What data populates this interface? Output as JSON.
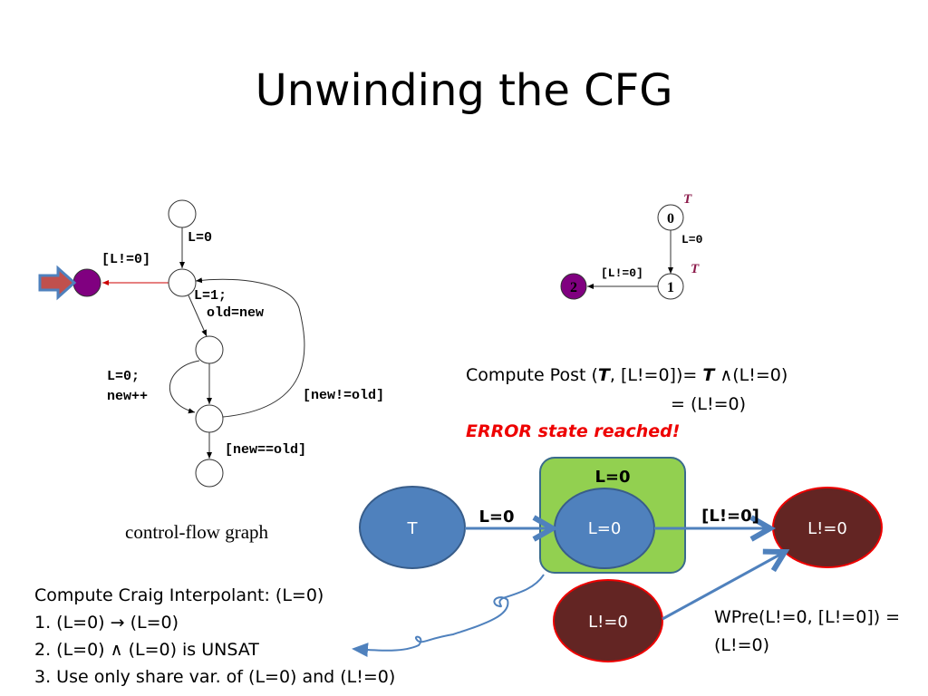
{
  "title": "Unwinding the CFG",
  "cfg": {
    "edge_l0": "L=0",
    "edge_lneq0": "[L!=0]",
    "edge_l1_a": "L=1;",
    "edge_l1_b": "old=new",
    "edge_loop_a": "L=0;",
    "edge_loop_b": "new++",
    "edge_neq": "[new!=old]",
    "edge_eq": "[new==old]",
    "caption": "control-flow graph"
  },
  "art": {
    "node0": "0",
    "node1": "1",
    "node2": "2",
    "label0": "T",
    "label1": "T",
    "edge_l0": "L=0",
    "edge_lneq0": "[L!=0]"
  },
  "post": {
    "p1": "Compute Post (",
    "t1": "T",
    "p2": ", [L!=0])= ",
    "t2": "T",
    "p3": " ∧(L!=0)",
    "line2": "= (L!=0)",
    "error": "ERROR state reached!"
  },
  "refine": {
    "node_t": "T",
    "edge_l0": "L=0",
    "box_label": "L=0",
    "node_l0": "L=0",
    "edge_lneq0": "[L!=0]",
    "node_err": "L!=0",
    "node_err2": "L!=0",
    "wpre1": "WPre(L!=0, [L!=0]) =",
    "wpre2": "(L!=0)"
  },
  "interp": {
    "lines": [
      "Compute Craig Interpolant: (L=0)",
      "1. (L=0) → (L=0)",
      "2.  (L=0) ∧ (L=0) is UNSAT",
      "3. Use only share var. of (L=0) and (L!=0)"
    ]
  },
  "colors": {
    "purple": "#800080",
    "blue": "#4f81bd",
    "green": "#92d050",
    "darkred": "#632523",
    "red": "#e00000"
  }
}
